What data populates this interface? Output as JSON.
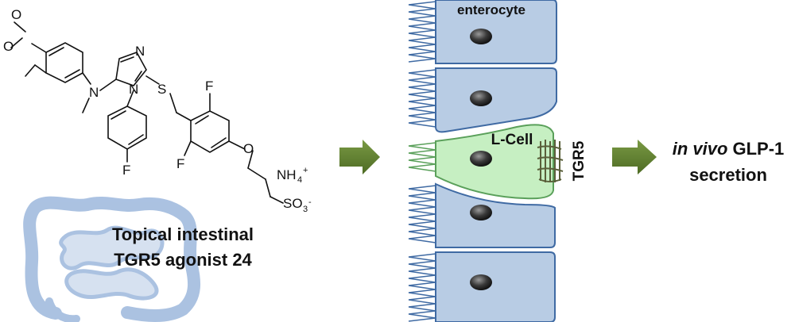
{
  "molecule": {
    "atoms": {
      "o1": "O",
      "o2": "O",
      "n_amine": "N",
      "n_ring": "N",
      "n_ring2": "N",
      "s": "S",
      "f_top": "F",
      "f_mid": "F",
      "f_bottom": "F",
      "o_ether": "O",
      "ammonium_main": "NH",
      "ammonium_sub": "4",
      "ammonium_charge": "+",
      "sulfonate_main": "SO",
      "sulfonate_sub": "3",
      "sulfonate_charge": "-"
    }
  },
  "caption": {
    "line1": "Topical intestinal",
    "line2": "TGR5 agonist 24"
  },
  "tissue": {
    "enterocyte_label": "enterocyte",
    "lcell_label": "L-Cell",
    "receptor_label": "TGR5"
  },
  "outcome": {
    "line1_italic": "in vivo",
    "line1_rest": " GLP-1",
    "line2": "secretion"
  },
  "colors": {
    "enterocyte_fill": "#b8cce4",
    "enterocyte_stroke": "#3f6aa3",
    "lcell_fill": "#c6efc2",
    "lcell_stroke": "#5aa05a",
    "arrow": "#5e7f2f",
    "receptor": "#1f3864",
    "intestine": "#8faed8"
  }
}
